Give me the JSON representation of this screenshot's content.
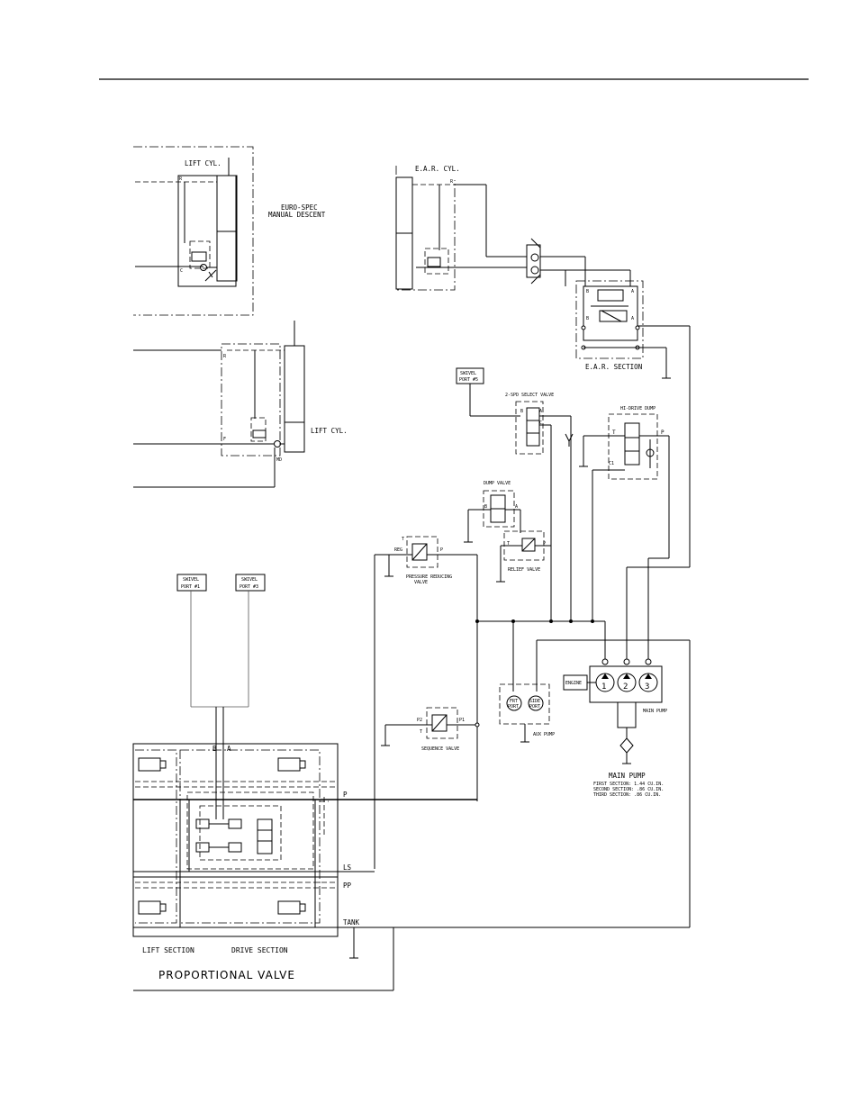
{
  "labels": {
    "lift_cyl_top": "LIFT CYL.",
    "euro_spec_1": "EURO-SPEC",
    "euro_spec_2": "MANUAL DESCENT",
    "ear_cyl": "E.A.R. CYL.",
    "ear_section": "E.A.R. SECTION",
    "lift_cyl_mid": "LIFT CYL.",
    "swivel_port_5_1": "SWIVEL",
    "swivel_port_5_2": "PORT #5",
    "two_spd_select": "2-SPD SELECT VALVE",
    "hi_drive_dump": "HI-DRIVE DUMP",
    "dump_valve": "DUMP VALVE",
    "relief_valve": "RELIEF VALVE",
    "pressure_reducing_1": "PRESSURE REDUCING",
    "pressure_reducing_2": "VALVE",
    "swivel_port_1_1": "SWIVEL",
    "swivel_port_1_2": "PORT #1",
    "swivel_port_3_1": "SWIVEL",
    "swivel_port_3_2": "PORT #3",
    "sequence_valve": "SEQUENCE VALVE",
    "aux_pump": "AUX PUMP",
    "main_pump_label": "MAIN PUMP",
    "engine": "ENGINE",
    "pump_1": "1",
    "pump_2": "2",
    "pump_3": "3",
    "frt_port_1": "FRT",
    "frt_port_2": "PORT",
    "side_port_1": "SIDE",
    "side_port_2": "PORT",
    "main_pump_title": "MAIN PUMP",
    "first_section": "FIRST SECTION: 1.44 CU.IN.",
    "second_section": "SECOND SECTION: .86 CU.IN.",
    "third_section": "THIRD SECTION: .86 CU.IN.",
    "line_p": "P",
    "line_ls": "LS",
    "line_pp": "PP",
    "line_tank": "TANK",
    "lift_section": "LIFT SECTION",
    "drive_section": "DRIVE SECTION",
    "proportional_valve": "PROPORTIONAL VALVE",
    "port_b": "B",
    "port_a": "A",
    "port_r_top": "R",
    "port_c_top": "C",
    "port_r_mid": "R",
    "port_f_mid": "F",
    "port_md": "MD",
    "ear_r": "R",
    "ear_b1": "B",
    "ear_a1": "A",
    "ear_b2": "B",
    "ear_a2": "A",
    "sel_b": "B",
    "sel_a": "A",
    "sel_c": "C",
    "hd_t": "T",
    "hd_p": "P",
    "hd_c1": "C1",
    "dv_b": "B",
    "dv_a": "A",
    "rv_t": "T",
    "rv_p": "P",
    "prv_t": "T",
    "prv_reg": "REG",
    "prv_p": "P",
    "sq_p2": "P2",
    "sq_p1": "P1",
    "sq_t": "T"
  }
}
